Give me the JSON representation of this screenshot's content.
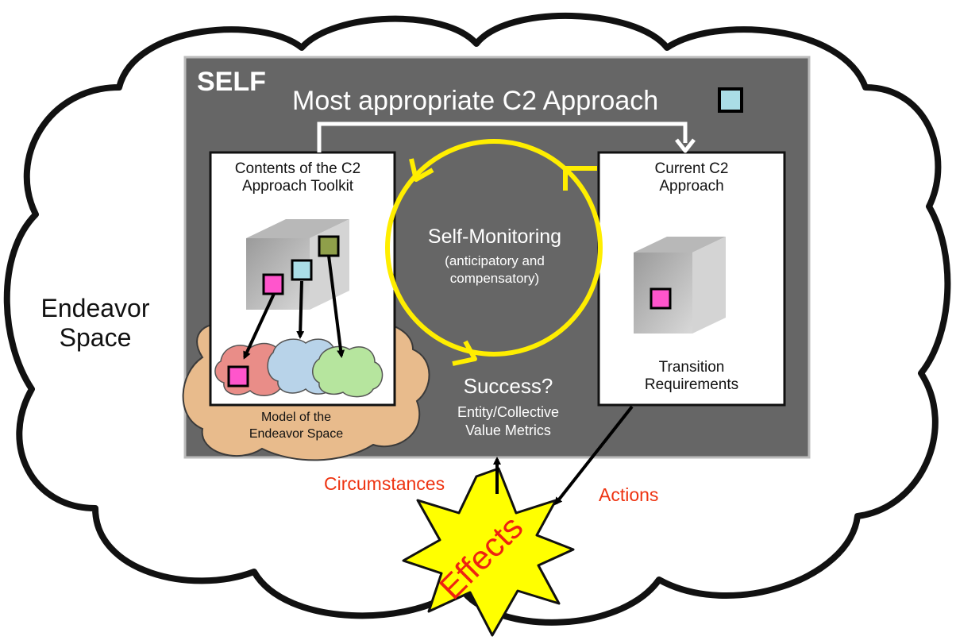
{
  "diagram": {
    "endeavor_space_label": "Endeavor Space",
    "self_label": "SELF",
    "approach_title": "Most appropriate C2 Approach",
    "toolkit_label": "Contents of the C2 Approach Toolkit",
    "current_label": "Current C2 Approach",
    "transition_label": "Transition Requirements",
    "self_monitoring_label": "Self-Monitoring",
    "self_monitoring_sub": "(anticipatory and compensatory)",
    "success_label": "Success?",
    "metrics_label": "Entity/Collective Value Metrics",
    "model_label": "Model of the Endeavor Space",
    "circumstances_label": "Circumstances",
    "actions_label": "Actions",
    "effects_label": "Effects"
  },
  "colors": {
    "self_box": "#666666",
    "cycle": "#ffee00",
    "effects_star": "#ffff00",
    "effects_text": "#ee2211",
    "red_labels": "#ee3311",
    "model_cloud": "#e8bb8c",
    "square_pink": "#ff55cc",
    "square_blue": "#aadde6",
    "square_olive": "#8f9f4a",
    "cloud_red": "#e98d88",
    "cloud_blue": "#b8d3e9",
    "cloud_green": "#b6e59e"
  }
}
